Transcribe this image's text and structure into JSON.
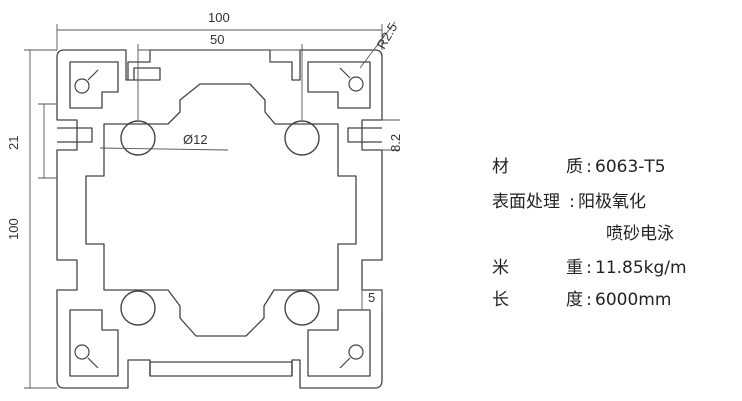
{
  "drawing": {
    "dimensions": {
      "overall_width": "100",
      "slot_spacing": "50",
      "corner_radius": "R2.5",
      "hole_diameter": "Ø12",
      "slot_opening": "8.2",
      "left_offset": "21",
      "overall_height": "100",
      "wall_thickness": "5"
    }
  },
  "specs": {
    "material": {
      "label_a": "材",
      "label_b": "质",
      "sep": ":",
      "value": "6063-T5"
    },
    "surface": {
      "label": "表面处理",
      "sep": ":",
      "value1": "阳极氧化",
      "value2": "喷砂电泳"
    },
    "weight": {
      "label_a": "米",
      "label_b": "重",
      "sep": ":",
      "value": "11.85kg/m"
    },
    "length": {
      "label_a": "长",
      "label_b": "度",
      "sep": ":",
      "value": "6000mm"
    }
  }
}
